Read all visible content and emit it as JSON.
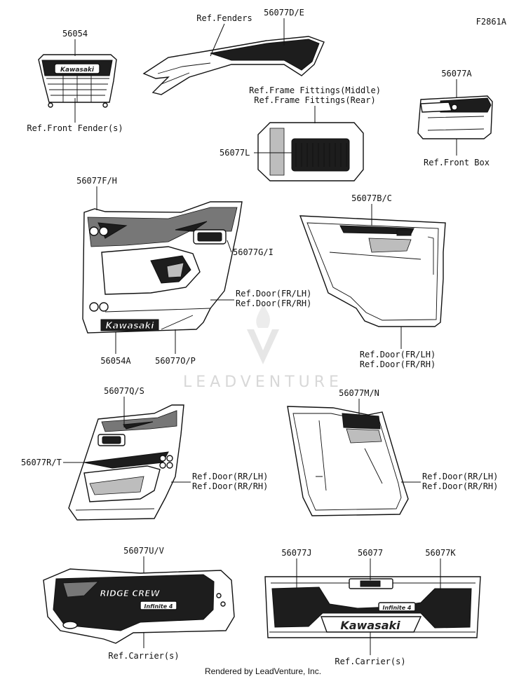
{
  "figure_code": "F2861A",
  "labels": {
    "ref_fenders": "Ref.Fenders",
    "p56077DE": "56077D/E",
    "p56054": "56054",
    "ref_front_fenders": "Ref.Front Fender(s)",
    "ref_frame_mid": "Ref.Frame Fittings(Middle)",
    "ref_frame_rear": "Ref.Frame Fittings(Rear)",
    "p56077L": "56077L",
    "p56077A": "56077A",
    "ref_front_box": "Ref.Front Box",
    "p56077FH": "56077F/H",
    "p56077GI": "56077G/I",
    "ref_door_fr_lh_1": "Ref.Door(FR/LH)",
    "ref_door_fr_rh_1": "Ref.Door(FR/RH)",
    "p56054A": "56054A",
    "p56077OP": "56077O/P",
    "p56077BC": "56077B/C",
    "ref_door_fr_lh_2": "Ref.Door(FR/LH)",
    "ref_door_fr_rh_2": "Ref.Door(FR/RH)",
    "p56077QS": "56077Q/S",
    "p56077RT": "56077R/T",
    "ref_door_rr_lh_1": "Ref.Door(RR/LH)",
    "ref_door_rr_rh_1": "Ref.Door(RR/RH)",
    "p56077MN": "56077M/N",
    "ref_door_rr_lh_2": "Ref.Door(RR/LH)",
    "ref_door_rr_rh_2": "Ref.Door(RR/RH)",
    "p56077UV": "56077U/V",
    "ref_carrier_1": "Ref.Carrier(s)",
    "p56077J": "56077J",
    "p56077": "56077",
    "p56077K": "56077K",
    "ref_carrier_2": "Ref.Carrier(s)"
  },
  "decals": {
    "brand": "Kawasaki",
    "model": "RIDGE CREW",
    "badge": "Infinite 4"
  },
  "watermark": "LEADVENTURE",
  "footer": "Rendered by LeadVenture, Inc."
}
